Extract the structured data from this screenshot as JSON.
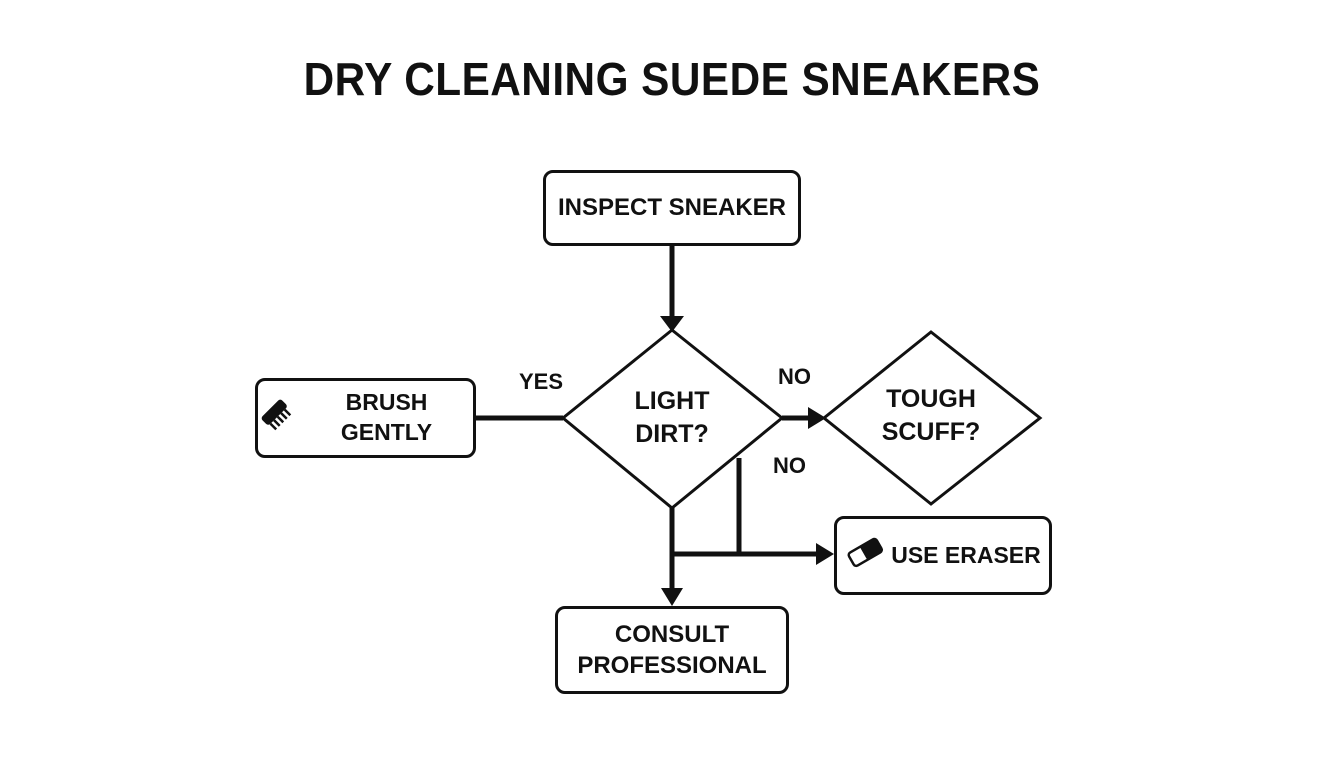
{
  "title": "DRY CLEANING SUEDE SNEAKERS",
  "nodes": {
    "inspect": {
      "label": "INSPECT SNEAKER"
    },
    "light_dirt": {
      "line1": "LIGHT",
      "line2": "DIRT?"
    },
    "tough_scuff": {
      "line1": "TOUGH",
      "line2": "SCUFF?"
    },
    "brush": {
      "label": "BRUSH GENTLY",
      "icon": "brush-icon"
    },
    "eraser": {
      "label": "USE ERASER",
      "icon": "eraser-icon"
    },
    "consult": {
      "line1": "CONSULT",
      "line2": "PROFESSIONAL"
    }
  },
  "edges": {
    "yes_label": "YES",
    "no_label_right": "NO",
    "no_label_down": "NO"
  }
}
